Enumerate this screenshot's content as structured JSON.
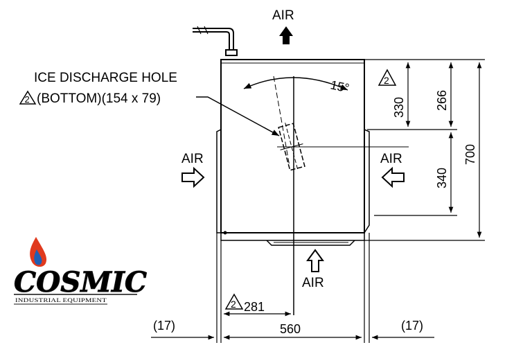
{
  "labels": {
    "air_top": "AIR",
    "air_left": "AIR",
    "air_right": "AIR",
    "air_bottom": "AIR",
    "ice_discharge_line1": "ICE DISCHARGE HOLE",
    "ice_discharge_line2": "(BOTTOM)(154 x 79)",
    "angle": "15°",
    "rev_mark": "2"
  },
  "dimensions": {
    "d330": "330",
    "d266": "266",
    "d340": "340",
    "d700": "700",
    "d281": "281",
    "d560": "560",
    "side_left": "(17)",
    "side_right": "(17)"
  },
  "logo": {
    "word": "COSMIC",
    "subtitle": "INDUSTRIAL EQUIPMENT",
    "colors": {
      "flame_outer": "#e03a1e",
      "flame_inner": "#1f5fb5",
      "text": "#111111"
    }
  }
}
